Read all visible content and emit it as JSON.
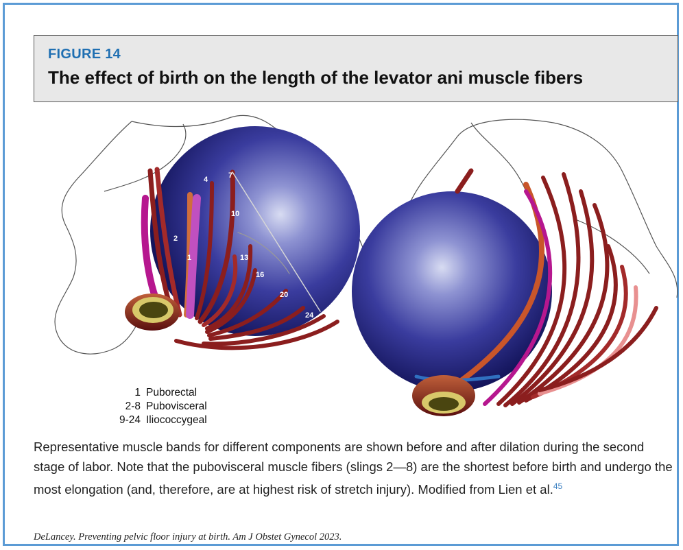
{
  "figure": {
    "label": "FIGURE 14",
    "title": "The effect of birth on the length of the levator ani muscle fibers"
  },
  "band_labels": [
    "1",
    "2",
    "4",
    "7",
    "10",
    "13",
    "16",
    "20",
    "24"
  ],
  "legend": [
    {
      "num": "1",
      "name": "Puborectal"
    },
    {
      "num": "2-8",
      "name": "Pubovisceral"
    },
    {
      "num": "9-24",
      "name": "Iliococcygeal"
    }
  ],
  "caption": {
    "text": "Representative muscle bands for different components are shown before and after dilation during the second stage of labor. Note that the pubovisceral muscle fibers (slings 2—8) are the shortest before birth and undergo the most elongation (and, therefore, are at highest risk of stretch injury). Modified from Lien et al.",
    "ref": "45"
  },
  "citation": "DeLancey. Preventing pelvic floor injury at birth. Am J Obstet Gynecol 2023.",
  "colors": {
    "frame": "#5b9bd5",
    "label": "#1f6fb2",
    "sphere": "#2f2f8f",
    "muscle": "#8b1e1e"
  }
}
